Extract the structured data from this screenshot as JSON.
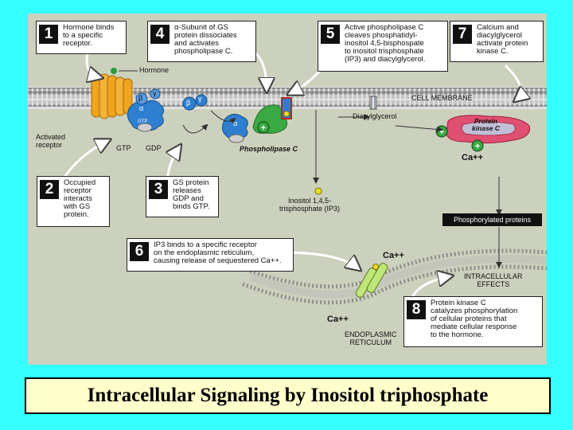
{
  "steps": [
    {
      "number": "1",
      "text": "Hormone binds\nto a specific\nreceptor."
    },
    {
      "number": "2",
      "text": "Occupied\nreceptor\ninteracts\nwith GS\nprotein."
    },
    {
      "number": "3",
      "text": "GS protein\nreleases\nGDP and\nbinds GTP."
    },
    {
      "number": "4",
      "text": "α-Subunit of GS\nprotein dissociates\nand activates\nphospholipase C."
    },
    {
      "number": "5",
      "text": "Active phospholipase C\ncleaves phosphatidyl-\ninositol 4,5-bisphospate\nto inositol trisphosphate\n(IP3) and diacylglycerol."
    },
    {
      "number": "6",
      "text": "IP3 binds to a specific receptor\non the endoplasmic reticulum,\ncausing release of sequestered Ca++."
    },
    {
      "number": "7",
      "text": "Calcium and\ndiacylglycerol\nactivate protein\nkinase C."
    },
    {
      "number": "8",
      "text": "Protein kinase C\ncatalyzes phosphorylation\nof cellular proteins that\nmediate cellular response\nto the hormone."
    }
  ],
  "labels": {
    "hormone": "Hormone",
    "activated_receptor": "Activated\nreceptor",
    "gtp": "GTP",
    "gdp": "GDP",
    "gtp_small": "GTP",
    "alpha": "α",
    "beta": "β",
    "gamma": "γ",
    "phospholipase": "Phospholipase C",
    "cell_membrane": "CELL MEMBRANE",
    "diacylglycerol": "Diacylglycerol",
    "pkc": "Protein\nkinase C",
    "ca_pkc": "Ca++",
    "ip3": "Inositol 1,4,5-\ntrisphosphate (IP3)",
    "phosphorylated": "Phosphorylated proteins",
    "ca_receptor": "Ca++",
    "ca_er": "Ca++",
    "intracellular": "INTRACELLULAR\nEFFECTS",
    "er": "ENDOPLASMIC\nRETICULUM",
    "plus": "+"
  },
  "caption": "Intracellular Signaling by Inositol triphosphate",
  "colors": {
    "background": "#33ffff",
    "figure": "#ccd1bd",
    "membrane": "#9a9a9a",
    "receptor": "#f0a51c",
    "gprotein": "#2f7fd0",
    "phospholipase": "#3aa843",
    "pkc": "#e05070",
    "caption_bg": "#ffffcc",
    "er_receptor": "#bfe67a"
  }
}
